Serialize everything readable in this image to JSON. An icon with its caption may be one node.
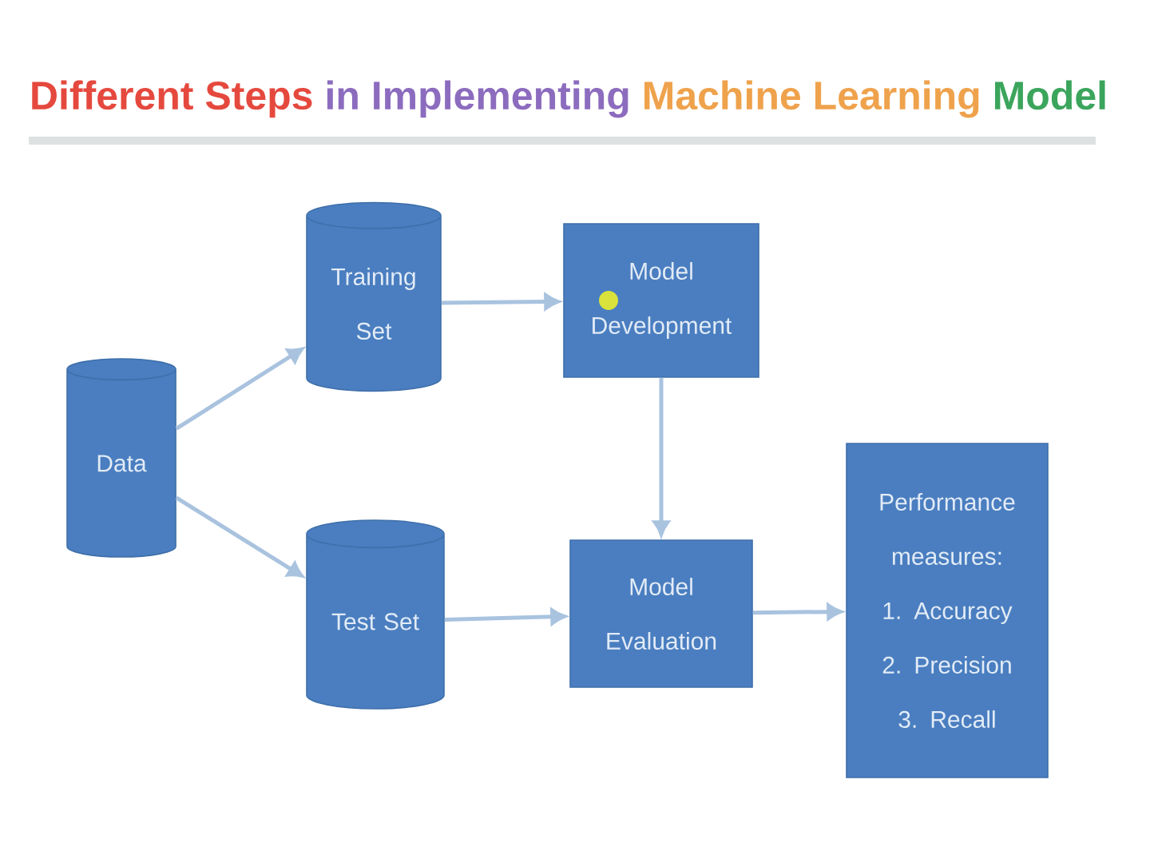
{
  "diagram": {
    "title": "Different Steps in Implementing Machine Learning Model",
    "nodes": [
      {
        "text": [
          "Data"
        ]
      },
      {
        "text": [
          "Training Set"
        ]
      },
      {
        "text": [
          "Test Set"
        ]
      },
      {
        "text": [
          "Model Development"
        ]
      },
      {
        "text": [
          "Model Evaluation"
        ]
      },
      {
        "text": [
          "Performance measures:",
          "1. Accuracy",
          "2. Precision",
          "3. Recall"
        ]
      }
    ],
    "edges": [
      {
        "from": 0,
        "to": 1,
        "arrow": "to"
      },
      {
        "from": 0,
        "to": 2,
        "arrow": "to"
      },
      {
        "from": 1,
        "to": 3,
        "arrow": "to"
      },
      {
        "from": 3,
        "to": 4,
        "arrow": "to"
      },
      {
        "from": 2,
        "to": 4,
        "arrow": "to"
      },
      {
        "from": 4,
        "to": 5,
        "arrow": "to"
      }
    ]
  }
}
